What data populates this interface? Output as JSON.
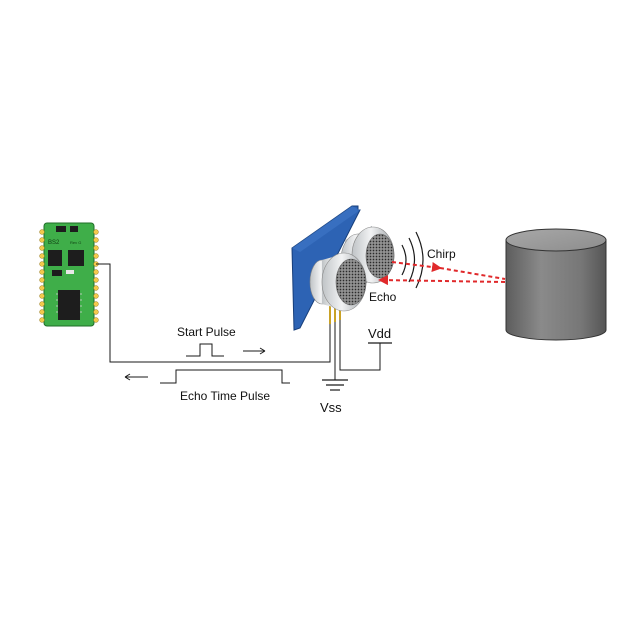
{
  "labels": {
    "chirp": "Chirp",
    "echo": "Echo",
    "start_pulse": "Start Pulse",
    "echo_time_pulse": "Echo Time Pulse",
    "vdd": "Vdd",
    "vss": "Vss",
    "board_text": "BS2",
    "board_rev": "Rev G"
  },
  "colors": {
    "pcb_green": "#3fae49",
    "sensor_blue": "#2d63b4",
    "signal_red": "#e0292b",
    "wire": "#1a1a1a",
    "target_gray": "#7d7d7d"
  },
  "icons": {
    "microcontroller": "bs2-board-icon",
    "sensor": "ultrasonic-sensor-icon",
    "target": "cylinder-target-icon",
    "ground": "ground-symbol-icon"
  }
}
